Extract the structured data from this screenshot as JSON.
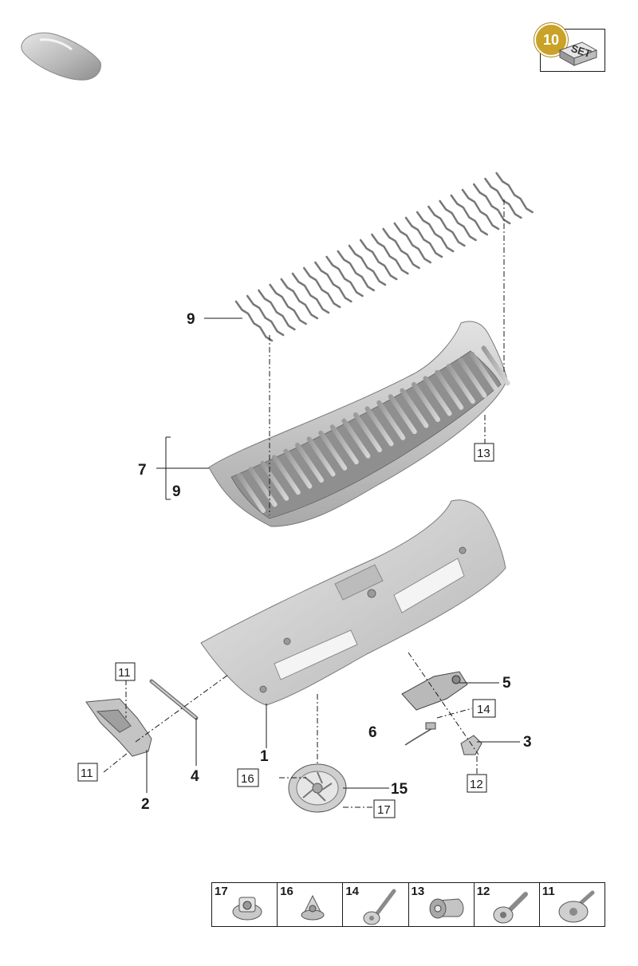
{
  "badge": {
    "number": "10",
    "set_label": "SET"
  },
  "callouts": {
    "c1": "1",
    "c2": "2",
    "c3": "3",
    "c4": "4",
    "c5": "5",
    "c6": "6",
    "c7": "7",
    "c9a": "9",
    "c9b": "9",
    "c15": "15"
  },
  "boxed_refs": {
    "b11a": "11",
    "b11b": "11",
    "b12": "12",
    "b13": "13",
    "b14": "14",
    "b16": "16",
    "b17": "17"
  },
  "reference_table": [
    {
      "number": "17",
      "icon": "flange-nut-icon"
    },
    {
      "number": "16",
      "icon": "clip-nut-icon"
    },
    {
      "number": "14",
      "icon": "long-bolt-icon"
    },
    {
      "number": "13",
      "icon": "expansion-nut-icon"
    },
    {
      "number": "12",
      "icon": "hex-bolt-icon"
    },
    {
      "number": "11",
      "icon": "torx-screw-icon"
    }
  ],
  "colors": {
    "part_grey": "#c8c8c8",
    "badge_gold": "#c9a227",
    "line": "#1a1a1a"
  }
}
